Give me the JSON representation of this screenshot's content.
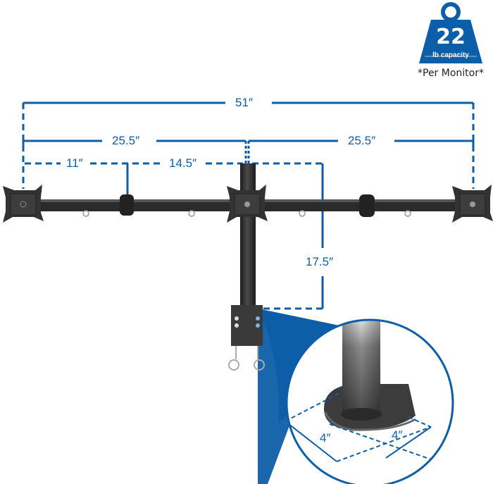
{
  "colors": {
    "accent_blue": "#0d5ea8",
    "mount_black": "#2b2b2b",
    "background": "#ffffff"
  },
  "badge": {
    "icon": "weight-icon",
    "value": "22",
    "unit_label": "lb capacity",
    "note": "*Per Monitor*"
  },
  "dimensions": {
    "total_width": "51″",
    "left_half_width": "25.5″",
    "right_half_width": "25.5″",
    "outer_arm_segment": "11″",
    "inner_arm_segment": "14.5″",
    "pole_height": "17.5″",
    "base_depth": "4″",
    "base_width": "4″"
  },
  "components": {
    "monitor_plates": [
      "left",
      "center",
      "right"
    ],
    "arms": [
      "left-arm",
      "right-arm"
    ],
    "pole": "center-pole",
    "clamp": "desk-clamp",
    "detail_view": "grommet-base-detail"
  }
}
